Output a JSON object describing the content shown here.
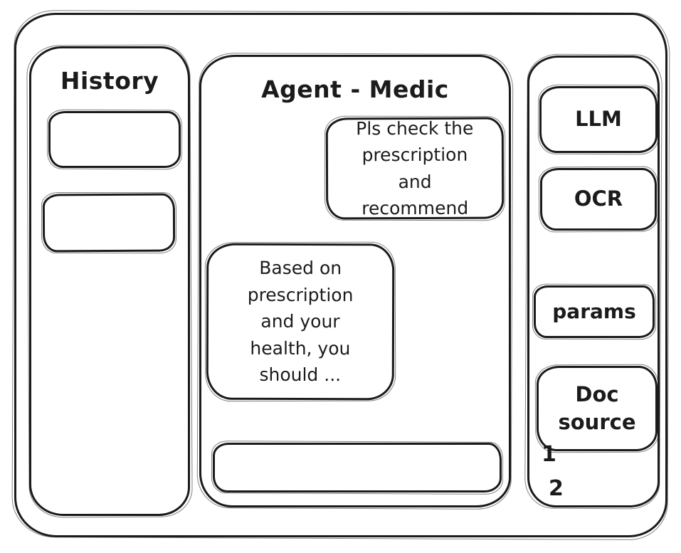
{
  "canvas": {
    "background": "#ffffff",
    "ink": "#1b1b1b"
  },
  "left_panel": {
    "title": "History",
    "items": [
      "",
      ""
    ]
  },
  "chat": {
    "title": "Agent - Medic",
    "messages": [
      {
        "role": "user",
        "text": "Pls check the prescription and recommend"
      },
      {
        "role": "agent",
        "text": "Based on prescription and your health, you should ..."
      }
    ],
    "input_value": ""
  },
  "tools": {
    "buttons": [
      {
        "label": "LLM"
      },
      {
        "label": "OCR"
      },
      {
        "label": "params"
      },
      {
        "label": "Doc source"
      }
    ],
    "doc_items": [
      "1",
      "2"
    ]
  }
}
